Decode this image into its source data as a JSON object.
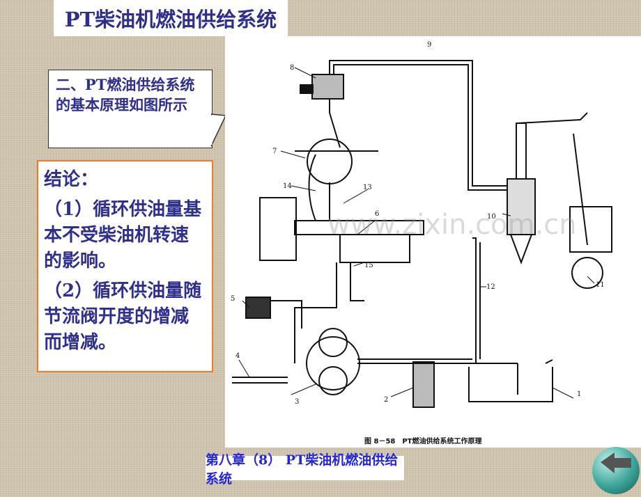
{
  "title": "PT柴油机燃油供给系统",
  "callout": "二、PT燃油供给系统的基本原理如图所示",
  "conclusion": {
    "heading": "结论：",
    "items": [
      "（1）循环供油量基本不受柴油机转速的影响。",
      "（2）循环供油量随节流阀开度的增减而增减。"
    ]
  },
  "diagram": {
    "caption": "图 8－58　PT燃油供给系统工作原理",
    "labels": [
      "1",
      "2",
      "3",
      "4",
      "5",
      "6",
      "7",
      "8",
      "9",
      "10",
      "11",
      "12",
      "13",
      "14",
      "15"
    ],
    "watermark": "www.zixin.com.cn"
  },
  "footer": "第八章（8） PT柴油机燃油供给系统",
  "colors": {
    "title": "#2e2e8f",
    "footer": "#2424e0",
    "border": "#f07a2a"
  }
}
